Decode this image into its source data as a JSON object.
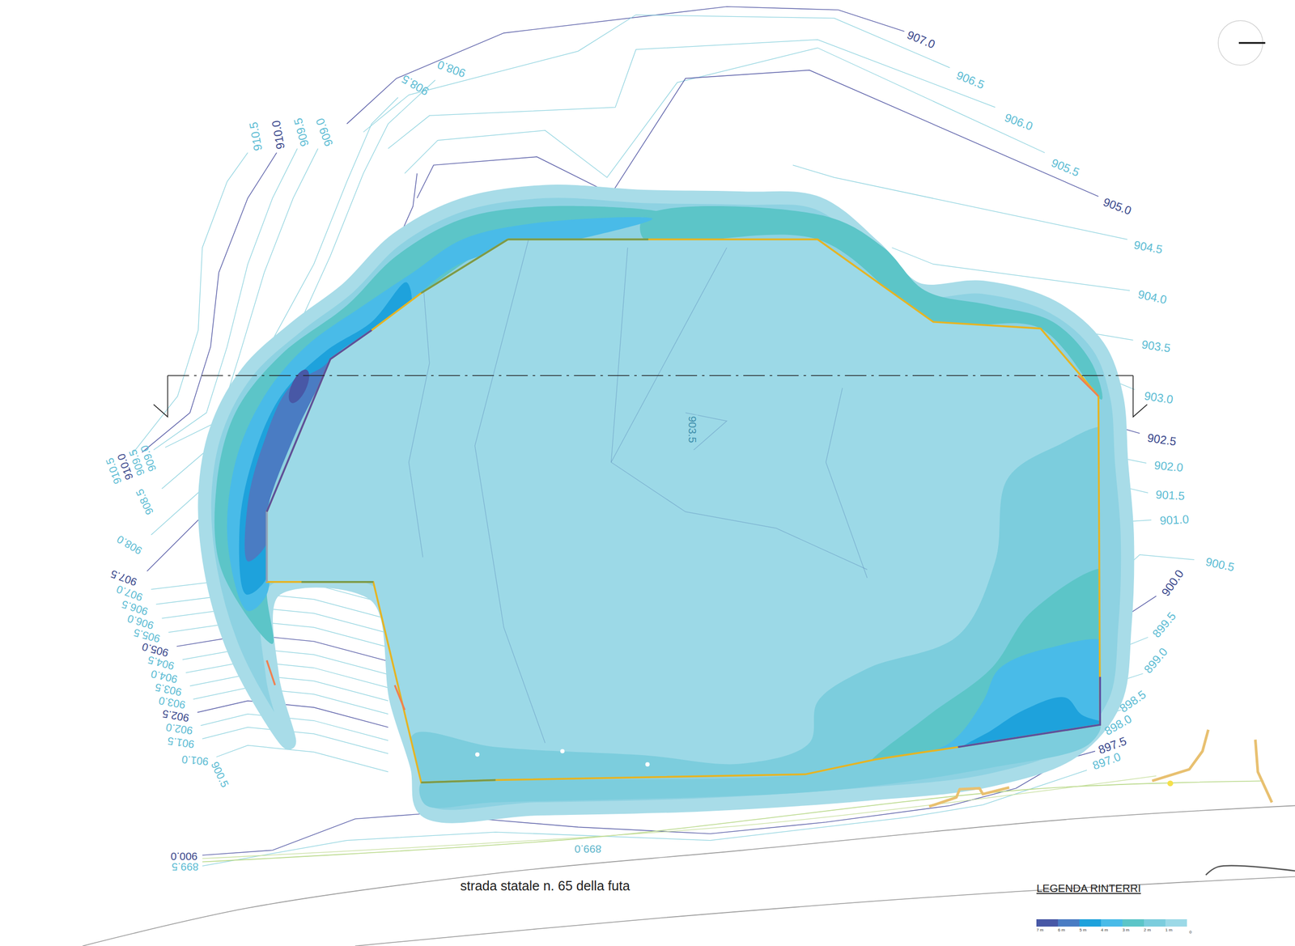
{
  "diagram": {
    "labels": [
      "907.0",
      "906.5",
      "906.0",
      "905.5",
      "905.0",
      "904.5",
      "904.0",
      "903.5",
      "903.0",
      "902.5",
      "902.0",
      "901.5",
      "901.0",
      "900.5",
      "900.0",
      "899.5",
      "899.0",
      "898.5",
      "898.0",
      "897.5",
      "897.0",
      "908.0",
      "908.5",
      "909.0",
      "909.5",
      "910.0",
      "910.5",
      "910.5",
      "910.0",
      "909.5",
      "909.0",
      "908.5",
      "908.0",
      "907.5",
      "907.0",
      "906.5",
      "906.0",
      "905.5",
      "905.0",
      "904.5",
      "904.0",
      "903.5",
      "903.0",
      "902.5",
      "902.0",
      "901.5",
      "901.0",
      "900.5",
      "900.0",
      "899.5",
      "899.0",
      "903.5",
      "strada statale n. 65 della futa",
      "LEGENDA RINTERRI",
      "0"
    ],
    "legend": [
      {
        "text": "7 m",
        "color": "#4858a6"
      },
      {
        "text": "6 m",
        "color": "#4a7cc3"
      },
      {
        "text": "5 m",
        "color": "#1ea2dc"
      },
      {
        "text": "4 m",
        "color": "#49bbe8"
      },
      {
        "text": "3 m",
        "color": "#5cc5c8"
      },
      {
        "text": "2 m",
        "color": "#7ccddd"
      },
      {
        "text": "1 m",
        "color": "#9cd9e7"
      }
    ]
  }
}
